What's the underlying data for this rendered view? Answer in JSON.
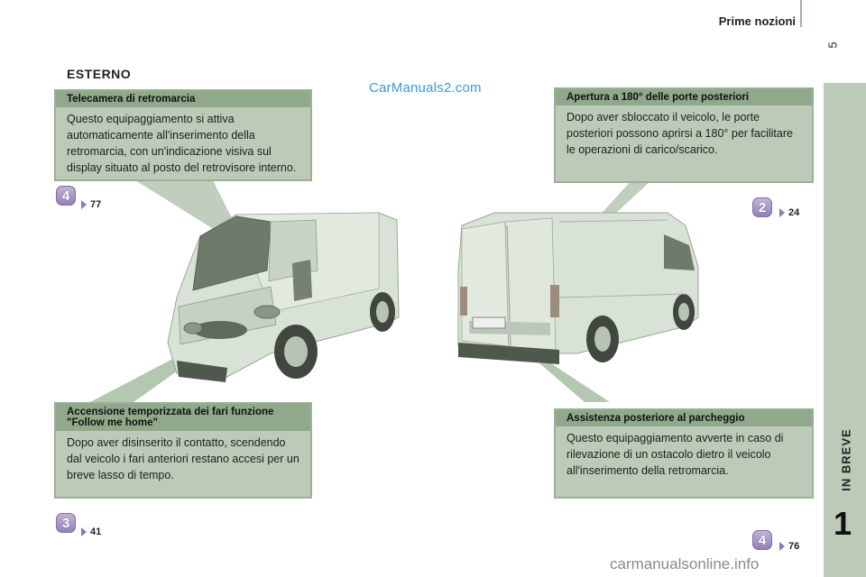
{
  "header": {
    "title": "Prime nozioni",
    "page_number": "5"
  },
  "side_tab": {
    "label": "IN BREVE",
    "chapter": "1"
  },
  "section_title": "ESTERNO",
  "watermarks": {
    "top": "CarManuals2.com",
    "bottom": "carmanualsonline.info"
  },
  "boxes": {
    "camera": {
      "title": "Telecamera di retromarcia",
      "body": "Questo equipaggiamento si attiva automaticamente all'inserimento della retromarcia, con un'indicazione visiva sul display situato al posto del retrovisore interno.",
      "badge": "4",
      "ref": "77"
    },
    "doors": {
      "title": "Apertura a 180° delle porte posteriori",
      "body": "Dopo aver sbloccato il veicolo, le porte posteriori possono aprirsi a 180° per facilitare le operazioni di carico/scarico.",
      "badge": "2",
      "ref": "24"
    },
    "lights": {
      "title": "Accensione temporizzata dei fari funzione \"Follow me home\"",
      "body": "Dopo aver disinserito il contatto, scendendo dal veicolo i fari anteriori restano accesi per un breve lasso di tempo.",
      "badge": "3",
      "ref": "41"
    },
    "parking": {
      "title": "Assistenza posteriore al parcheggio",
      "body": "Questo equipaggiamento avverte in caso di rilevazione di un ostacolo dietro il veicolo all'inserimento della retromarcia.",
      "badge": "4",
      "ref": "76"
    }
  },
  "colors": {
    "panel": "#bdcab8",
    "panel_header": "#8fa98a",
    "badge": "#9d8fc4",
    "watermark": "#3b9bd6"
  },
  "icons": [
    "reference-triangle-icon",
    "van-front-illustration",
    "van-rear-illustration"
  ]
}
